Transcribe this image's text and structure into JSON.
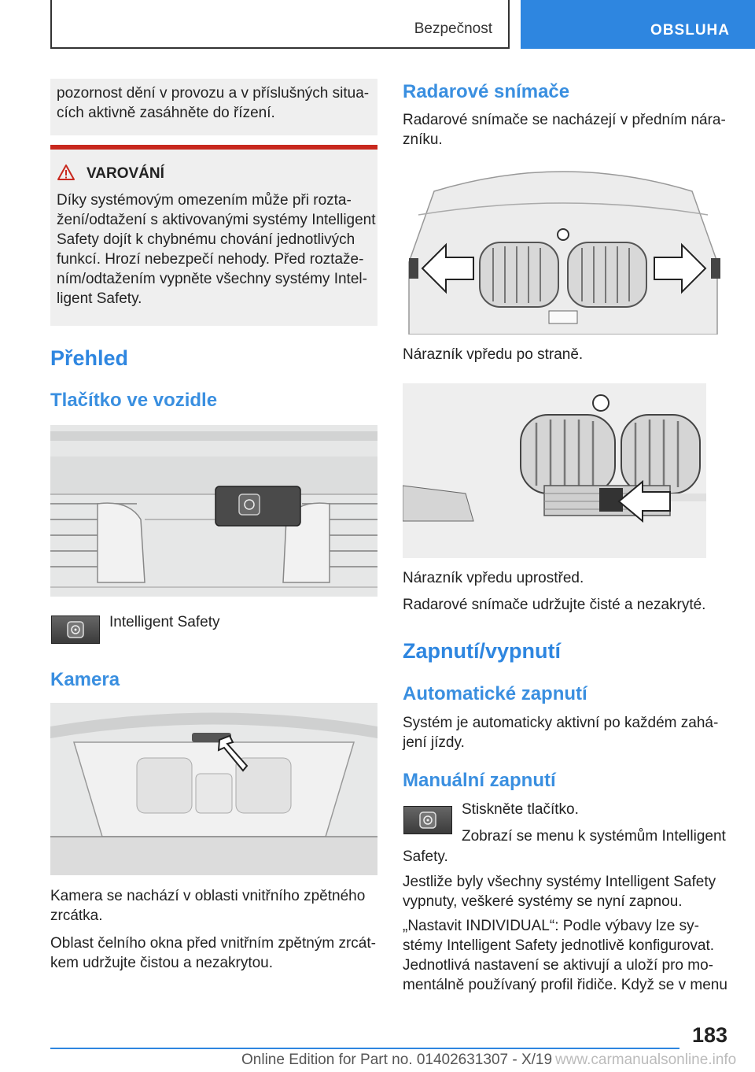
{
  "header": {
    "section": "Bezpečnost",
    "tab": "OBSLUHA"
  },
  "left": {
    "cont_text": "pozornost dění v provozu a v příslušných situacích aktivně zasáhněte do řízení.",
    "cont_lines": [
      "pozornost dění v provozu a v příslušných situa-",
      "cích aktivně zasáhněte do řízení."
    ],
    "warning_title": "VAROVÁNÍ",
    "warning_lines": [
      "Díky systémovým omezením může při rozta-",
      "žení/odtažení s aktivovanými systémy Intelligent",
      "Safety dojít k chybnému chování jednotlivých",
      "funkcí. Hrozí nebezpečí nehody. Před roztaže-",
      "ním/odtažením vypněte všechny systémy Intel-",
      "ligent Safety."
    ],
    "h_prehled": "Přehled",
    "h_tlacitko": "Tlačítko ve vozidle",
    "button_label": "Intelligent Safety",
    "h_kamera": "Kamera",
    "kamera_p1": [
      "Kamera se nachází v oblasti vnitřního zpětného",
      "zrcátka."
    ],
    "kamera_p2": [
      "Oblast čelního okna před vnitřním zpětným zrcát-",
      "kem udržujte čistou a nezakrytou."
    ]
  },
  "right": {
    "h_radar": "Radarové snímače",
    "radar_p": [
      "Radarové snímače se nacházejí v předním nára-",
      "zníku."
    ],
    "cap1": "Nárazník vpředu po straně.",
    "cap2": "Nárazník vpředu uprostřed.",
    "radar_p2": "Radarové snímače udržujte čisté a nezakryté.",
    "h_zapnuti": "Zapnutí/vypnutí",
    "h_auto": "Automatické zapnutí",
    "auto_p": [
      "Systém je automaticky aktivní po každém zahá-",
      "jení jízdy."
    ],
    "h_manual": "Manuální zapnutí",
    "manual_1": "Stiskněte tlačítko.",
    "manual_2": "Zobrazí se menu k systémům Intelligent",
    "manual_3": "Safety.",
    "p_jestlize": [
      "Jestliže byly všechny systémy Intelligent Safety",
      "vypnuty, veškeré systémy se nyní zapnou."
    ],
    "p_nastavit": [
      "„Nastavit INDIVIDUAL“: Podle výbavy lze sy-",
      "stémy Intelligent Safety jednotlivě konfigurovat.",
      "Jednotlivá nastavení se aktivují a uloží pro mo-",
      "mentálně používaný profil řidiče. Když se v menu"
    ]
  },
  "footer": {
    "page_number": "183",
    "edition": "Online Edition for Part no. 01402631307 - X/19",
    "watermark": "www.carmanualsonline.info"
  },
  "colors": {
    "accent": "#2e86e0",
    "box_gray": "#efefef",
    "warning_red": "#c8281e"
  },
  "icons": [
    "warning-triangle-icon",
    "intelligent-safety-icon"
  ]
}
